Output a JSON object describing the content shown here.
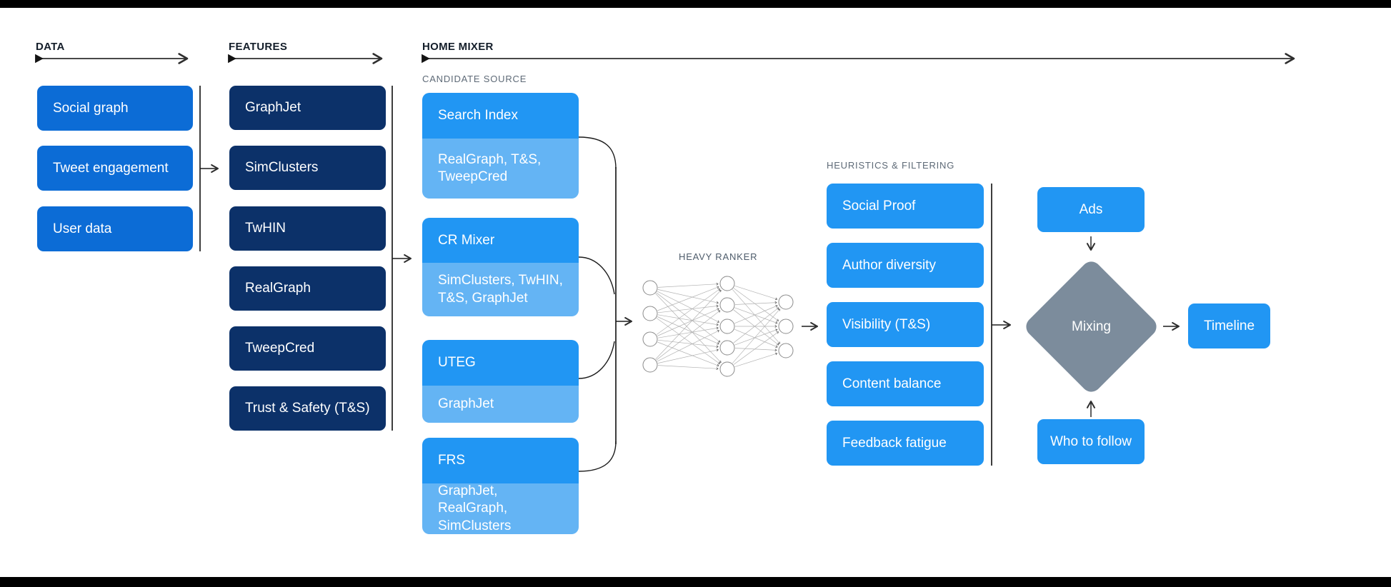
{
  "colors": {
    "background": "#ffffff",
    "letterbox_bar": "#000000",
    "data_box_blue": "#0c6cd6",
    "feature_box_navy": "#0c3169",
    "bright_blue": "#2196f3",
    "light_blue_sub": "#64b4f4",
    "mixing_diamond_gray": "#7c8c9c",
    "section_label_dark": "#141e2a",
    "sub_label_gray": "#5e6a77"
  },
  "sections": {
    "data": {
      "label": "DATA",
      "items": [
        "Social graph",
        "Tweet engagement",
        "User data"
      ]
    },
    "features": {
      "label": "FEATURES",
      "items": [
        "GraphJet",
        "SimClusters",
        "TwHIN",
        "RealGraph",
        "TweepCred",
        "Trust & Safety (T&S)"
      ]
    },
    "home_mixer": {
      "label": "HOME MIXER",
      "candidate_source": {
        "label": "CANDIDATE SOURCE",
        "groups": [
          {
            "title": "Search Index",
            "sub": "RealGraph, T&S, TweepCred"
          },
          {
            "title": "CR Mixer",
            "sub": "SimClusters, TwHIN, T&S, GraphJet"
          },
          {
            "title": "UTEG",
            "sub": "GraphJet"
          },
          {
            "title": "FRS",
            "sub": "GraphJet, RealGraph, SimClusters"
          }
        ]
      },
      "heavy_ranker": {
        "label": "HEAVY RANKER",
        "network": {
          "input_nodes": 4,
          "hidden_nodes": 5,
          "output_nodes": 3
        }
      },
      "heuristics": {
        "label": "HEURISTICS & FILTERING",
        "items": [
          "Social Proof",
          "Author diversity",
          "Visibility (T&S)",
          "Content balance",
          "Feedback fatigue"
        ]
      },
      "mixing": {
        "ads_label": "Ads",
        "mixing_label": "Mixing",
        "who_to_follow_label": "Who to follow",
        "timeline_label": "Timeline"
      }
    }
  }
}
